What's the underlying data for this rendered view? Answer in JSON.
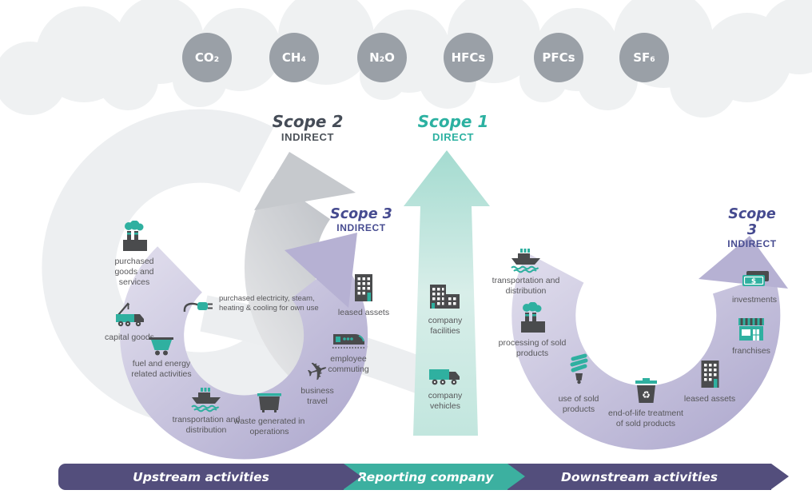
{
  "gases": [
    "CO₂",
    "CH₄",
    "N₂O",
    "HFCs",
    "PFCs",
    "SF₆"
  ],
  "scopes": {
    "scope2": {
      "title": "Scope 2",
      "subtitle": "INDIRECT"
    },
    "scope1": {
      "title": "Scope 1",
      "subtitle": "DIRECT"
    },
    "scope3_upstream": {
      "title": "Scope 3",
      "subtitle": "INDIRECT"
    },
    "scope3_downstream": {
      "title": "Scope 3",
      "subtitle": "INDIRECT"
    }
  },
  "upstream_items": [
    {
      "icon": "factory-cloud-icon",
      "label": "purchased goods and services"
    },
    {
      "icon": "plug-icon",
      "label": "purchased electricity, steam, heating & cooling for own use"
    },
    {
      "icon": "crane-truck-icon",
      "label": "capital goods"
    },
    {
      "icon": "mine-cart-icon",
      "label": "fuel and energy related activities"
    },
    {
      "icon": "ship-icon",
      "label": "transportation and distribution"
    },
    {
      "icon": "dumpster-icon",
      "label": "waste generated in operations"
    },
    {
      "icon": "airplane-icon",
      "label": "business travel"
    },
    {
      "icon": "train-icon",
      "label": "employee commuting"
    },
    {
      "icon": "building-icon",
      "label": "leased assets"
    }
  ],
  "reporting_company_items": [
    {
      "icon": "buildings-icon",
      "label": "company facilities"
    },
    {
      "icon": "truck-icon",
      "label": "company vehicles"
    }
  ],
  "downstream_items": [
    {
      "icon": "ship-icon",
      "label": "transportation and distribution"
    },
    {
      "icon": "factory-cloud-icon",
      "label": "processing of sold products"
    },
    {
      "icon": "cfl-bulb-icon",
      "label": "use of sold products"
    },
    {
      "icon": "recycle-bin-icon",
      "label": "end-of-life treatment of sold products"
    },
    {
      "icon": "building-icon",
      "label": "leased assets"
    },
    {
      "icon": "storefront-icon",
      "label": "franchises"
    },
    {
      "icon": "money-icon",
      "label": "investments"
    }
  ],
  "bottom_bar": {
    "upstream": "Upstream activities",
    "reporting": "Reporting company",
    "downstream": "Downstream activities"
  },
  "icon_glyphs": {
    "plane": "✈",
    "recycle": "♻",
    "dollar": "$"
  },
  "colors": {
    "teal_accent": "#2fb0a0",
    "teal_arrow": "#a9ded4",
    "purple_band": "#bcb7d6",
    "purple_text": "#464b90",
    "gray_arrow": "#c6c9cd",
    "gas_circle": "#9aa0a7",
    "bar_purple": "#534e7c",
    "bar_teal": "#3cb0a0",
    "scope2_text": "#454c57",
    "scope1_text": "#2cb1a1"
  }
}
